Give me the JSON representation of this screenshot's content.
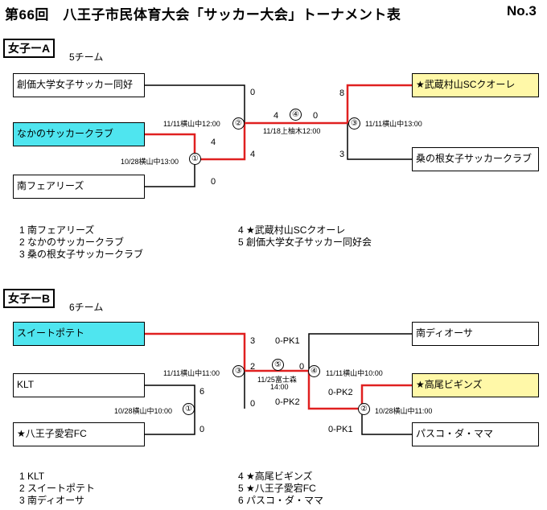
{
  "header": {
    "title": "第66回　八王子市民体育大会「サッカー大会」トーナメント表",
    "page_no": "No.3"
  },
  "groupA": {
    "label": "女子ーA",
    "team_count": "5チーム",
    "boxes": [
      "創価大学女子サッカー同好",
      "なかのサッカークラブ",
      "南フェアリーズ",
      "★武蔵村山SCクオーレ",
      "桑の根女子サッカークラブ"
    ],
    "scores": [
      "0",
      "4",
      "4",
      "0",
      "4",
      "0",
      "8",
      "3"
    ],
    "matches": {
      "m1": "①",
      "m2": "②",
      "m3": "③",
      "m4": "④"
    },
    "meta": {
      "m1": "10/28横山中13:00",
      "m2": "11/11横山中12:00",
      "m3": "11/11横山中13:00",
      "m4": "11/18上柚木12:00"
    },
    "list_left": [
      "1 南フェアリーズ",
      "2 なかのサッカークラブ",
      "3 桑の根女子サッカークラブ"
    ],
    "list_right": [
      "4 ★武蔵村山SCクオーレ",
      "5 創価大学女子サッカー同好会"
    ]
  },
  "groupB": {
    "label": "女子ーB",
    "team_count": "6チーム",
    "boxes": [
      "スイートポテト",
      "KLT",
      "★八王子愛宕FC",
      "南ディオーサ",
      "★高尾ビギンズ",
      "パスコ・ダ・ママ"
    ],
    "scores": [
      "3",
      "6",
      "0",
      "2",
      "0",
      "0",
      "0-PK1",
      "0-PK2",
      "0-PK2",
      "0-PK1"
    ],
    "matches": {
      "m1": "①",
      "m2": "②",
      "m3": "③",
      "m4": "④",
      "m5": "⑤"
    },
    "meta": {
      "m1": "10/28横山中10:00",
      "m2": "10/28横山中11:00",
      "m3": "11/11横山中11:00",
      "m4": "11/11横山中10:00",
      "m5a": "11/25富士森",
      "m5b": "14:00"
    },
    "list_left": [
      "1 KLT",
      "2 スイートポテト",
      "3 南ディオーサ"
    ],
    "list_right": [
      "4 ★高尾ビギンズ",
      "5 ★八王子愛宕FC",
      "6 パスコ・ダ・ママ"
    ]
  },
  "colors": {
    "winner_line": "#e02020",
    "line": "#000000",
    "blue_box": "#4fe5ef",
    "yellow_box": "#fff8a8"
  }
}
